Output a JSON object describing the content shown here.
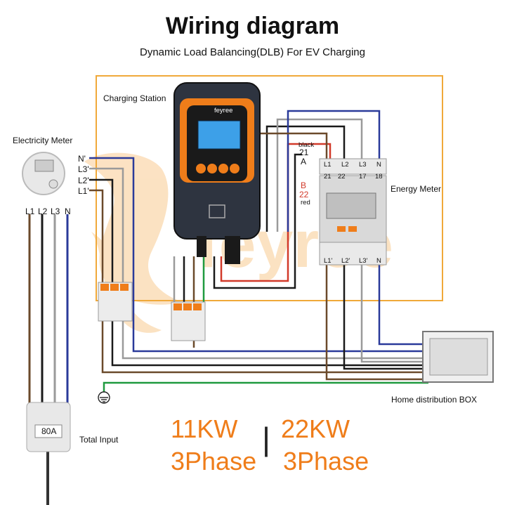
{
  "header": {
    "title": "Wiring diagram",
    "subtitle": "Dynamic Load Balancing(DLB) For EV Charging"
  },
  "labels": {
    "charging_station": "Charging Station",
    "electricity_meter": "Electricity Meter",
    "energy_meter": "Energy Meter",
    "home_box": "Home distribution BOX",
    "total_input": "Total Input",
    "breaker_rating": "80A"
  },
  "meter_inputs": [
    "L1",
    "L2",
    "L3",
    "N"
  ],
  "station_lines": [
    "N'",
    "L3'",
    "L2'",
    "L1'"
  ],
  "energy_meter_terminals": {
    "top": [
      "L1",
      "L2",
      "L3",
      "N"
    ],
    "top_numbers": [
      "21",
      "22",
      "17",
      "18"
    ],
    "bottom": [
      "L1'",
      "L2'",
      "L3'",
      "N"
    ]
  },
  "rs485": {
    "a_color": "black",
    "a_pin": "21",
    "a_letter": "A",
    "b_letter": "B",
    "b_pin": "22",
    "b_color": "red"
  },
  "power": {
    "left_value": "11KW",
    "left_phase": "3Phase",
    "right_value": "22KW",
    "right_phase": "3Phase",
    "separator": "|"
  },
  "watermark": "feyree",
  "brand": "feyree",
  "colors": {
    "accent": "#ef7d1a",
    "frame": "#f0a93a",
    "wire_brown": "#6b4a2b",
    "wire_black": "#1a1a1a",
    "wire_grey": "#9a9a9a",
    "wire_blue": "#2a3a9a",
    "wire_green": "#1f9a3f",
    "wire_red": "#d23a2a"
  }
}
